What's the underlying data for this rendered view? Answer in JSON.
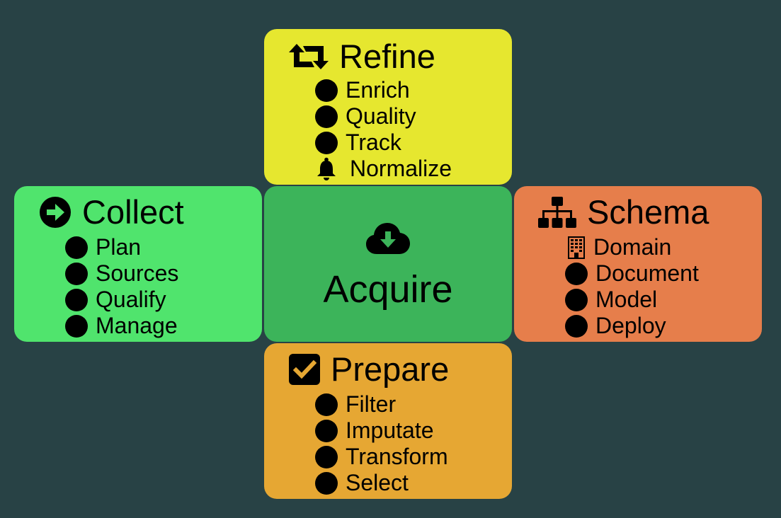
{
  "center": {
    "title": "Acquire",
    "icon": "cloud-download-icon",
    "color": "#3cb45a"
  },
  "background": "#284245",
  "refine": {
    "title": "Refine",
    "icon": "retweet-icon",
    "color": "#e6e72f",
    "items": [
      {
        "label": "Enrich",
        "icon": "bullet-icon"
      },
      {
        "label": "Quality",
        "icon": "bullet-icon"
      },
      {
        "label": "Track",
        "icon": "bullet-icon"
      },
      {
        "label": "Normalize",
        "icon": "bell-icon"
      }
    ]
  },
  "collect": {
    "title": "Collect",
    "icon": "arrow-circle-right-icon",
    "color": "#50e46d",
    "items": [
      {
        "label": "Plan",
        "icon": "bullet-icon"
      },
      {
        "label": "Sources",
        "icon": "bullet-icon"
      },
      {
        "label": "Qualify",
        "icon": "bullet-icon"
      },
      {
        "label": "Manage",
        "icon": "bullet-icon"
      }
    ]
  },
  "schema": {
    "title": "Schema",
    "icon": "sitemap-icon",
    "color": "#e67e4b",
    "items": [
      {
        "label": "Domain",
        "icon": "building-icon"
      },
      {
        "label": "Document",
        "icon": "bullet-icon"
      },
      {
        "label": "Model",
        "icon": "bullet-icon"
      },
      {
        "label": "Deploy",
        "icon": "bullet-icon"
      }
    ]
  },
  "prepare": {
    "title": "Prepare",
    "icon": "check-square-icon",
    "color": "#e6a733",
    "items": [
      {
        "label": "Filter",
        "icon": "bullet-icon"
      },
      {
        "label": "Imputate",
        "icon": "bullet-icon"
      },
      {
        "label": "Transform",
        "icon": "bullet-icon"
      },
      {
        "label": "Select",
        "icon": "bullet-icon"
      }
    ]
  }
}
